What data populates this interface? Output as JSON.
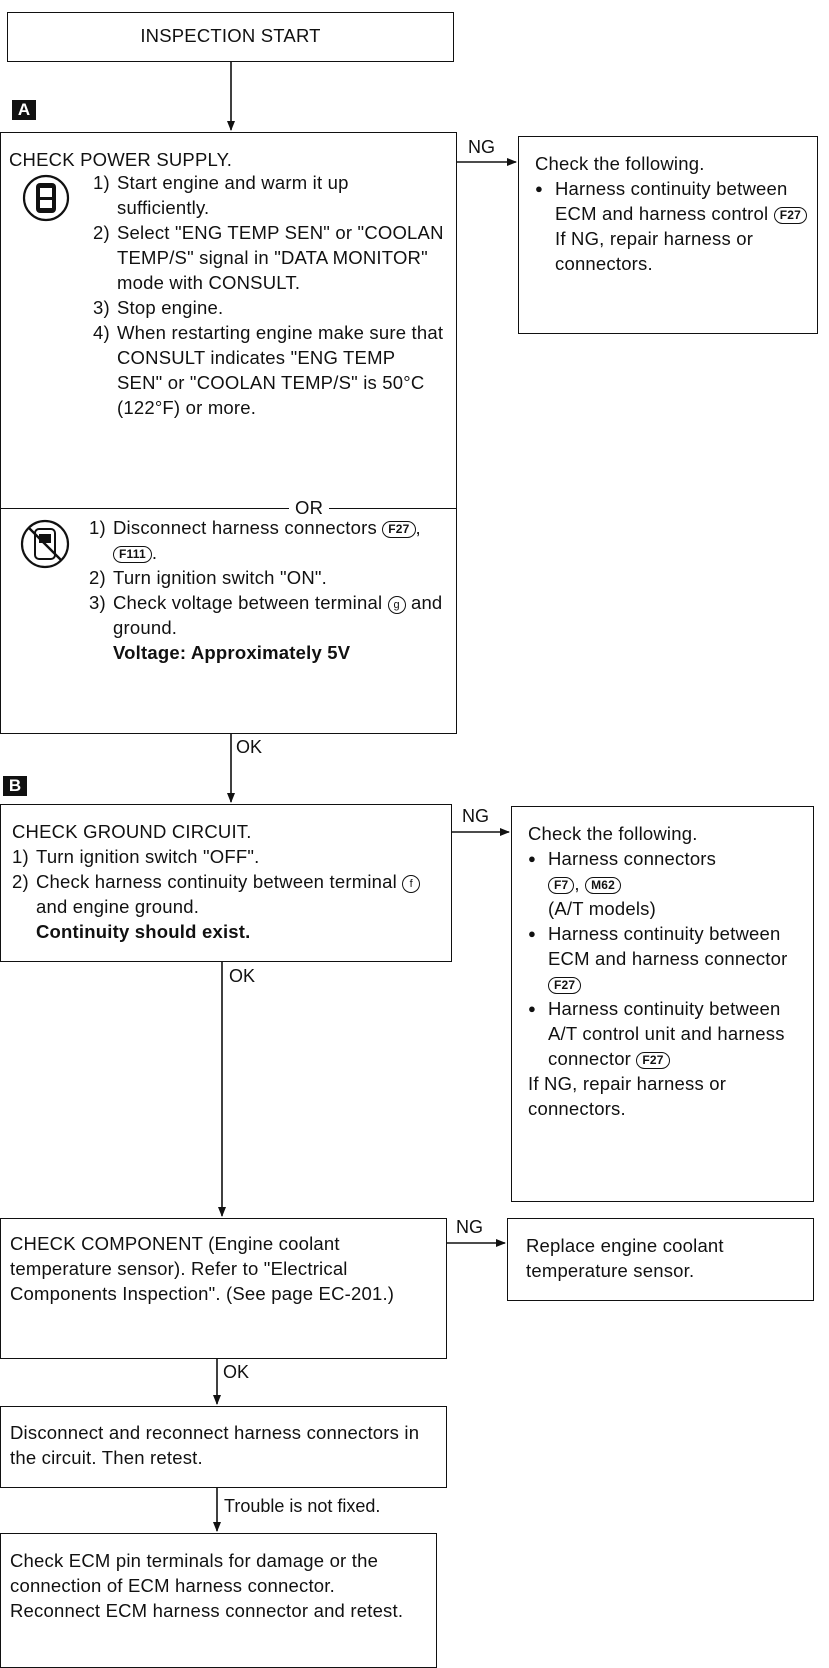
{
  "start": {
    "label": "INSPECTION START"
  },
  "sectionA": {
    "marker": "A",
    "title": "CHECK POWER SUPPLY.",
    "consult_steps": [
      {
        "num": "1)",
        "text": "Start engine and warm it up sufficiently."
      },
      {
        "num": "2)",
        "text": "Select \"ENG TEMP SEN\" or \"COOLAN TEMP/S\" signal in \"DATA MONITOR\" mode with CONSULT."
      },
      {
        "num": "3)",
        "text": "Stop engine."
      },
      {
        "num": "4)",
        "text": "When restarting engine make sure that CONSULT indicates \"ENG TEMP SEN\" or \"COOLAN TEMP/S\" is 50°C (122°F) or more."
      }
    ],
    "or_label": "OR",
    "tester_steps": {
      "s1_num": "1)",
      "s1_text": "Disconnect harness connectors",
      "s1_conn1": "F27",
      "s1_sep": ",",
      "s1_conn2": "F111",
      "s1_end": ".",
      "s2_num": "2)",
      "s2_text": "Turn ignition switch \"ON\".",
      "s3_num": "3)",
      "s3_text_a": "Check voltage between terminal",
      "s3_term": "g",
      "s3_text_b": "and ground.",
      "spec": "Voltage: Approximately 5V"
    },
    "ng_label": "NG",
    "ng_box": {
      "title": "Check the following.",
      "bullet": "●",
      "item": "Harness continuity between ECM and harness control",
      "item_conn": "F27",
      "note": "If NG, repair harness or connectors."
    },
    "ok_label": "OK"
  },
  "sectionB": {
    "marker": "B",
    "title": "CHECK GROUND CIRCUIT.",
    "s1_num": "1)",
    "s1_text": "Turn ignition switch \"OFF\".",
    "s2_num": "2)",
    "s2_text_a": "Check harness continuity between terminal",
    "s2_term": "f",
    "s2_text_b": "and engine ground.",
    "spec": "Continuity should exist.",
    "ng_label": "NG",
    "ng_box": {
      "title": "Check the following.",
      "bullet": "●",
      "item1": "Harness connectors",
      "item1_conn1": "F7",
      "item1_sep": ",",
      "item1_conn2": "M62",
      "item1_note": "(A/T models)",
      "item2": "Harness continuity between ECM and harness connector",
      "item2_conn": "F27",
      "item3": "Harness continuity between A/T control unit and harness connector",
      "item3_conn": "F27",
      "note": "If NG, repair harness or connectors."
    },
    "ok_label": "OK"
  },
  "component": {
    "text": "CHECK COMPONENT (Engine coolant temperature sensor). Refer to \"Electrical Components Inspection\". (See page EC-201.)",
    "ng_label": "NG",
    "ng_box": "Replace engine coolant temperature sensor.",
    "ok_label": "OK"
  },
  "reconnect": {
    "text": "Disconnect and reconnect harness connectors in the circuit. Then retest.",
    "next_label": "Trouble is not fixed."
  },
  "final": {
    "text": "Check ECM pin terminals for damage or the connection of ECM harness connector. Reconnect ECM harness connector and retest."
  }
}
